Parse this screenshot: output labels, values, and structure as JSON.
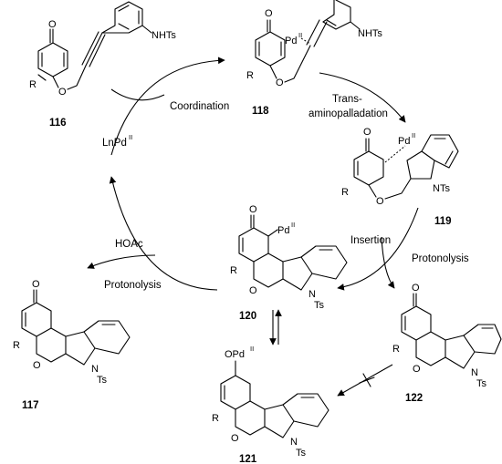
{
  "compounds": {
    "c116": "116",
    "c118": "118",
    "c119": "119",
    "c120": "120",
    "c121": "121",
    "c122": "122",
    "c117": "117"
  },
  "steps": {
    "coordination": "Coordination",
    "trans1": "Trans-",
    "trans2": "aminopalladation",
    "insertion": "Insertion",
    "protonolysis_right": "Protonolysis",
    "protonolysis_left": "Protonolysis",
    "hoac": "HOAc"
  },
  "catalyst": {
    "label": "LnPd",
    "ox": "II"
  },
  "atoms": {
    "O": "O",
    "R": "R",
    "N": "N",
    "Ts": "Ts",
    "NHTs": "NHTs",
    "NTs": "NTs",
    "Pd": "Pd",
    "PdII": "II",
    "OPd": "OPd"
  }
}
